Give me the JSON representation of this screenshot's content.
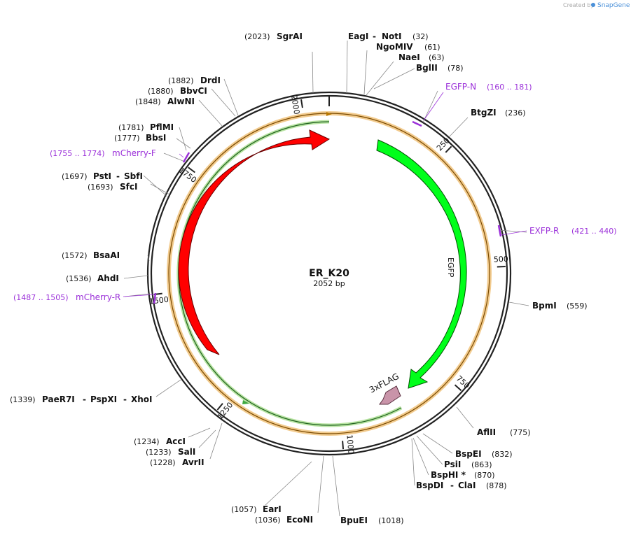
{
  "credit": {
    "created_by": "Created by",
    "brand": "SnapGene"
  },
  "plasmid": {
    "name": "ER_K20",
    "length": "2052 bp"
  },
  "ticks": [
    "250",
    "500",
    "750",
    "1000",
    "1250",
    "1500",
    "1750",
    "2000"
  ],
  "features": {
    "mCherry": "mCherry",
    "EGFP": "EGFP",
    "FLAG": "3xFLAG"
  },
  "sites": {
    "sgrai": {
      "pos": "(2023)",
      "name": "SgrAI"
    },
    "eagi": {
      "name": "EagI"
    },
    "noti": {
      "name": "NotI",
      "pos": "(32)"
    },
    "ngomiv": {
      "name": "NgoMIV",
      "pos": "(61)"
    },
    "naei": {
      "name": "NaeI",
      "pos": "(63)"
    },
    "bglii": {
      "name": "BglII",
      "pos": "(78)"
    },
    "btgzi": {
      "name": "BtgZI",
      "pos": "(236)"
    },
    "bpmi": {
      "name": "BpmI",
      "pos": "(559)"
    },
    "aflii": {
      "name": "AflII",
      "pos": "(775)"
    },
    "bspei": {
      "name": "BspEI",
      "pos": "(832)"
    },
    "psii": {
      "name": "PsiI",
      "pos": "(863)"
    },
    "bsphi": {
      "name": "BspHI *",
      "pos": "(870)"
    },
    "bspdi": {
      "name": "BspDI"
    },
    "clai": {
      "name": "ClaI",
      "pos": "(878)"
    },
    "bpuei": {
      "name": "BpuEI",
      "pos": "(1018)"
    },
    "eari": {
      "pos": "(1057)",
      "name": "EarI"
    },
    "econi": {
      "pos": "(1036)",
      "name": "EcoNI"
    },
    "acci": {
      "pos": "(1234)",
      "name": "AccI"
    },
    "sali": {
      "pos": "(1233)",
      "name": "SalI"
    },
    "avrii": {
      "pos": "(1228)",
      "name": "AvrII"
    },
    "paer7i": {
      "pos": "(1339)",
      "name": "PaeR7I"
    },
    "pspxi": {
      "name": "PspXI"
    },
    "xhoi": {
      "name": "XhoI"
    },
    "ahdi": {
      "pos": "(1536)",
      "name": "AhdI"
    },
    "bsaai": {
      "pos": "(1572)",
      "name": "BsaAI"
    },
    "psti": {
      "pos": "(1697)",
      "name": "PstI"
    },
    "sbfi": {
      "name": "SbfI"
    },
    "sfci": {
      "pos": "(1693)",
      "name": "SfcI"
    },
    "pflmi": {
      "pos": "(1781)",
      "name": "PflMI"
    },
    "bbsi": {
      "pos": "(1777)",
      "name": "BbsI"
    },
    "alwni": {
      "pos": "(1848)",
      "name": "AlwNI"
    },
    "bbvci": {
      "pos": "(1880)",
      "name": "BbvCI"
    },
    "drdi": {
      "pos": "(1882)",
      "name": "DrdI"
    }
  },
  "primers": {
    "egfp_n": {
      "name": "EGFP-N",
      "range": "(160 .. 181)"
    },
    "exfp_r": {
      "name": "EXFP-R",
      "range": "(421 .. 440)"
    },
    "mcherry_r": {
      "range": "(1487 .. 1505)",
      "name": "mCherry-R"
    },
    "mcherry_f": {
      "range": "(1755 .. 1774)",
      "name": "mCherry-F"
    }
  },
  "colors": {
    "backbone": "#222222",
    "mcherry": "#ff0000",
    "egfp": "#00ff1a",
    "flag": "#c994a9",
    "primer": "#9b30d9",
    "orange_track": "#f0c27a",
    "green_track": "#b6e3a0"
  }
}
